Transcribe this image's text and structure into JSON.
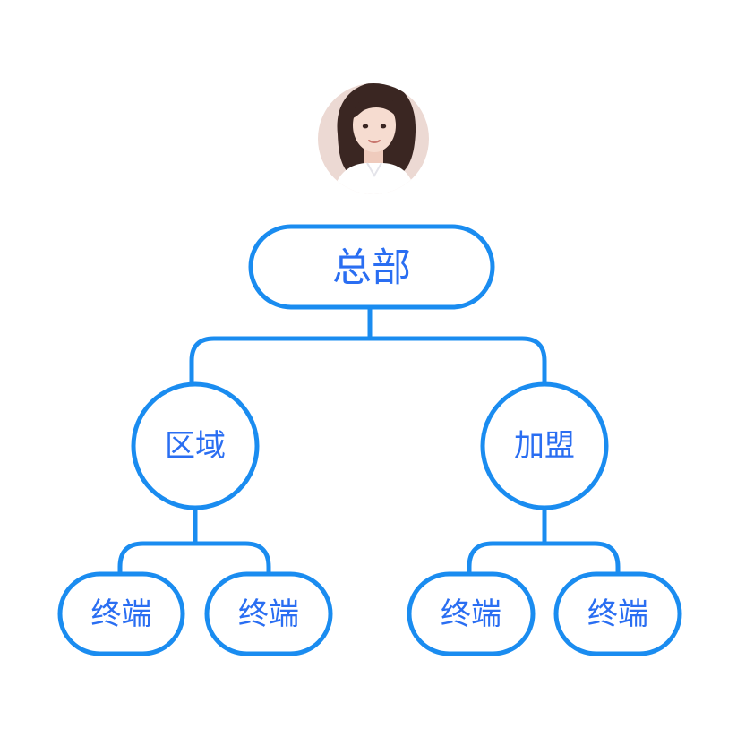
{
  "diagram": {
    "stroke_color": "#1a8cf0",
    "text_color": "#2a6ef2",
    "avatar": {
      "icon": "person-avatar-icon",
      "background": "#ecd9d3",
      "hair": "#3a2622",
      "skin": "#f6dcd0",
      "shirt": "#ffffff"
    },
    "root": {
      "label": "总部"
    },
    "regional": {
      "label": "区域"
    },
    "franchise": {
      "label": "加盟"
    },
    "regional_terminals": [
      {
        "label": "终端"
      },
      {
        "label": "终端"
      }
    ],
    "franchise_terminals": [
      {
        "label": "终端"
      },
      {
        "label": "终端"
      }
    ]
  }
}
